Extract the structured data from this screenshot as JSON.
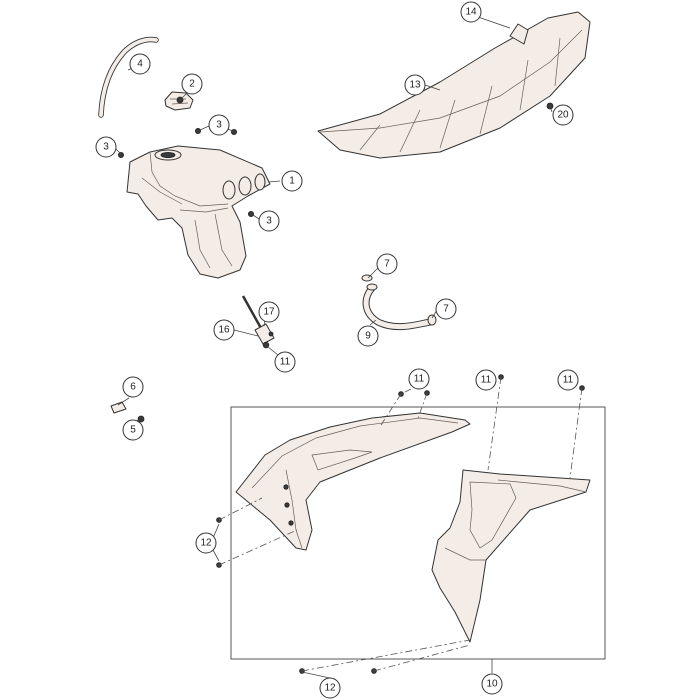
{
  "callouts": {
    "c1": "1",
    "c2": "2",
    "c3a": "3",
    "c3b": "3",
    "c3c": "3",
    "c4": "4",
    "c5": "5",
    "c6": "6",
    "c7a": "7",
    "c7b": "7",
    "c9": "9",
    "c10": "10",
    "c11a": "11",
    "c11b": "11",
    "c11c": "11",
    "c11d": "11",
    "c12a": "12",
    "c12b": "12",
    "c13": "13",
    "c14": "14",
    "c16": "16",
    "c17": "17",
    "c20": "20"
  }
}
